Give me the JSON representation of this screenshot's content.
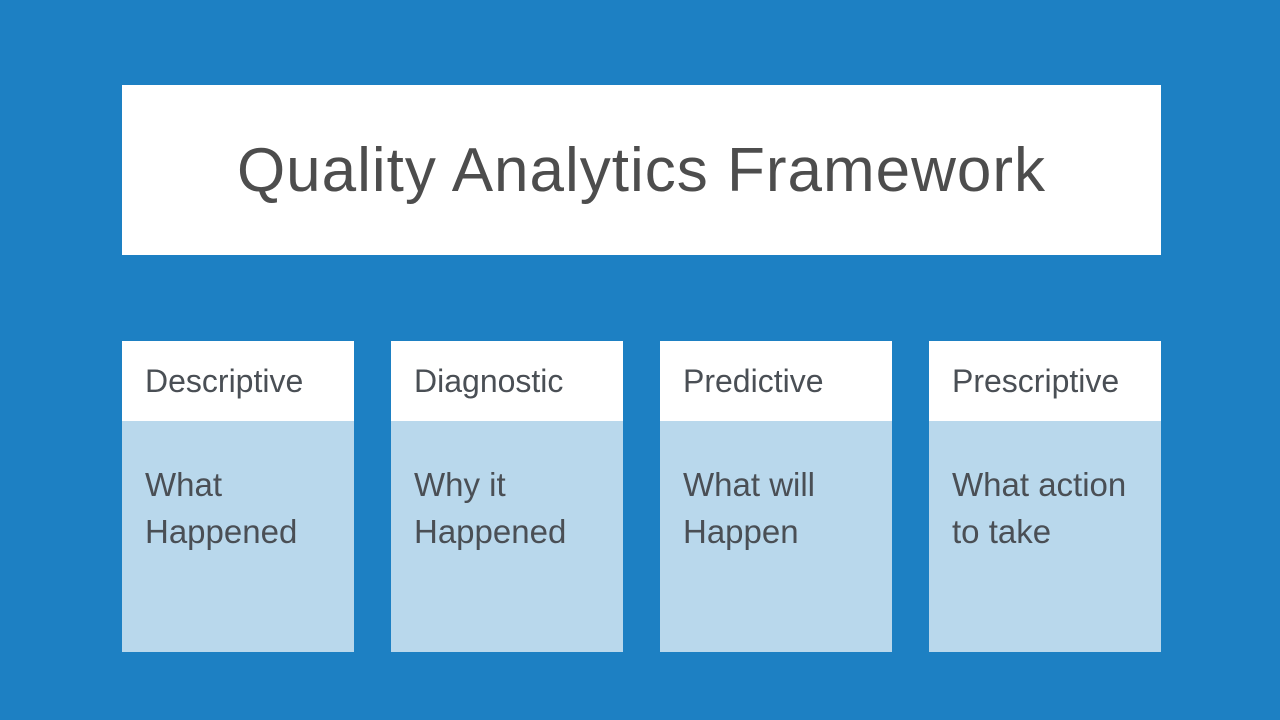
{
  "slide": {
    "title": "Quality Analytics Framework",
    "colors": {
      "background": "#1d80c3",
      "banner_bg": "#ffffff",
      "card_header_bg": "#ffffff",
      "card_body_bg": "#b9d8ec",
      "title_text": "#4d4d4d",
      "card_text": "#4a4f55"
    },
    "cards": [
      {
        "header": "Descriptive",
        "body": "What\nHappened"
      },
      {
        "header": "Diagnostic",
        "body": "Why it\nHappened"
      },
      {
        "header": "Predictive",
        "body": "What will\nHappen"
      },
      {
        "header": "Prescriptive",
        "body": "What action\nto take"
      }
    ]
  }
}
